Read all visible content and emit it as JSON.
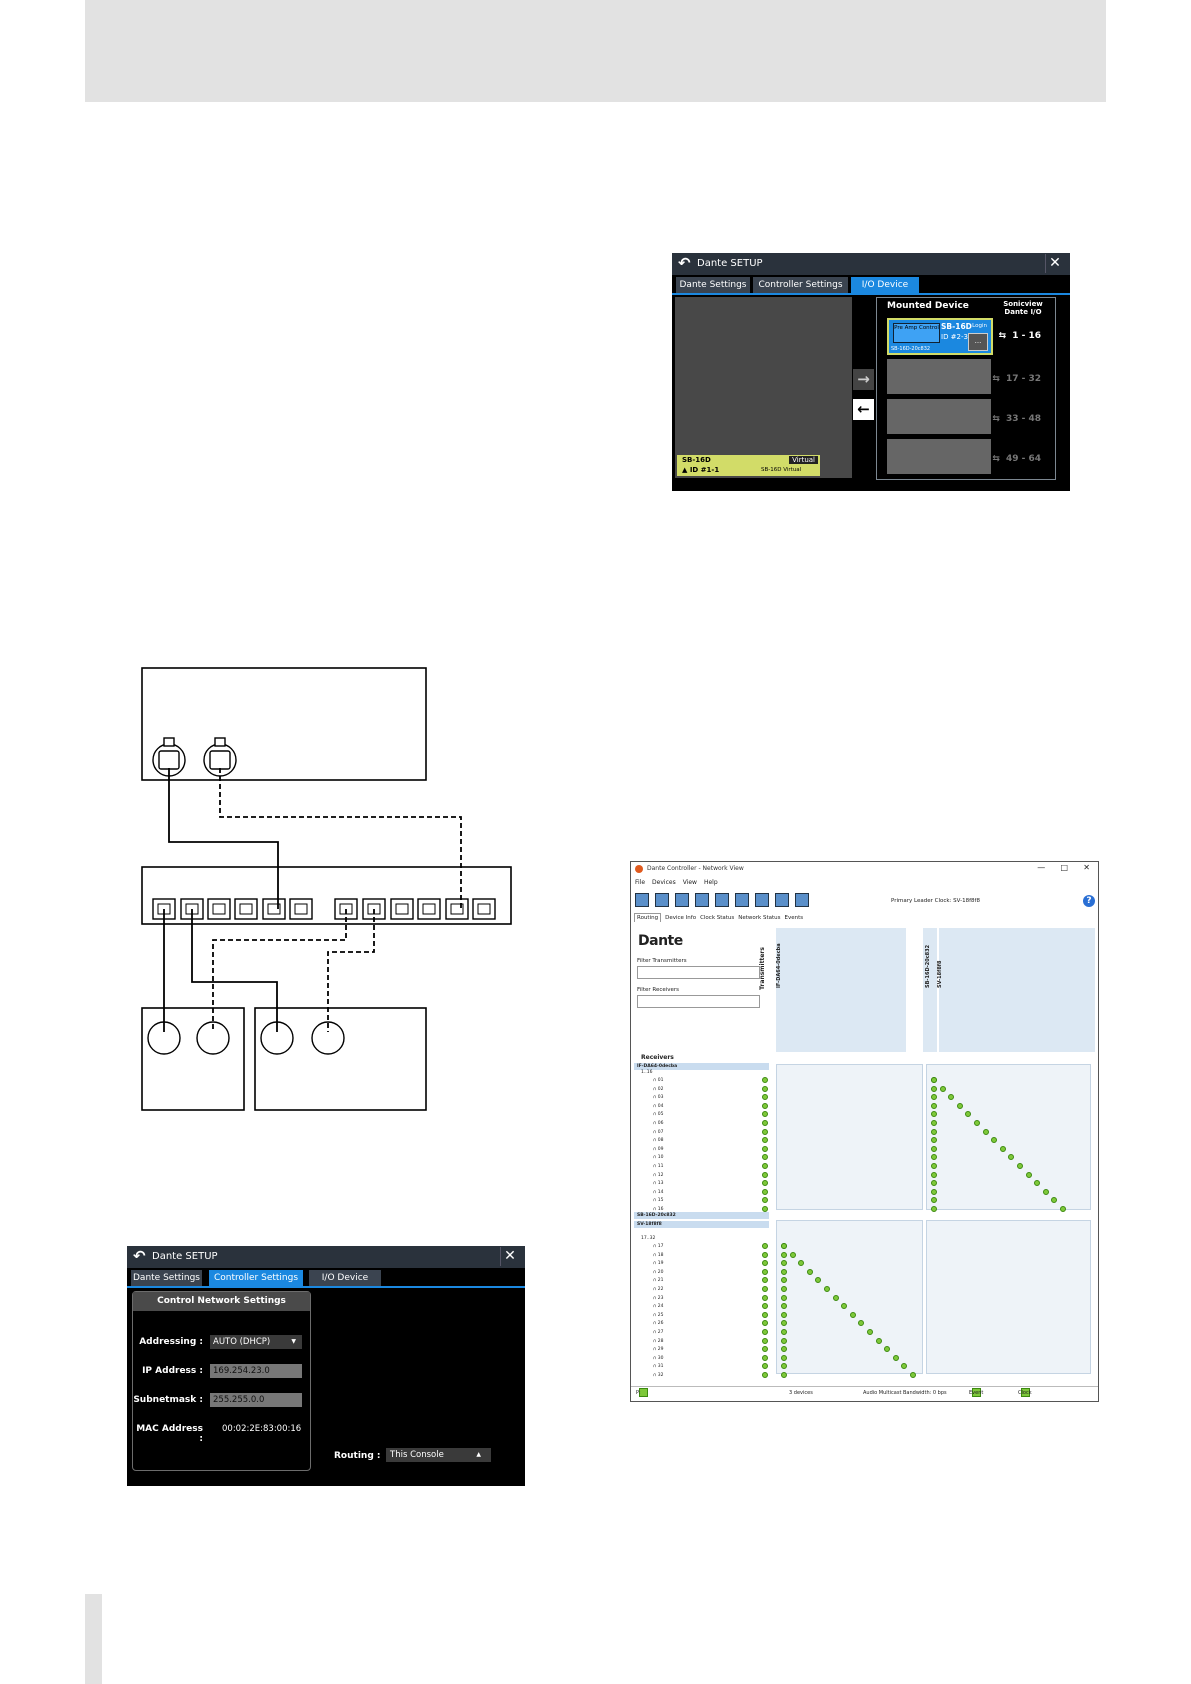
{
  "io_screen": {
    "title": "Dante SETUP",
    "tabs": [
      "Dante Settings",
      "Controller Settings",
      "I/O Device"
    ],
    "active_tab": "I/O Device",
    "virtual_device": {
      "name": "SB-16D",
      "id": "ID #1-1",
      "badge": "Virtual",
      "label": "SB-16D Virtual"
    },
    "mounted_header": "Mounted Device",
    "sonicview_header": "Sonicview Dante I/O",
    "device": {
      "preamp": "Pre Amp Control",
      "name": "SB-16D",
      "login": "Login",
      "id": "ID #2-3",
      "more": "...",
      "sub": "SB-16D-20c832"
    },
    "ranges": [
      "1 - 16",
      "17 - 32",
      "33 - 48",
      "49 - 64"
    ],
    "arrow_right": "→",
    "arrow_left": "←"
  },
  "ctrl_screen": {
    "title": "Dante SETUP",
    "tabs": [
      "Dante Settings",
      "Controller Settings",
      "I/O Device"
    ],
    "active_tab": "Controller Settings",
    "section": "Control Network Settings",
    "fields": [
      {
        "label": "Addressing :",
        "value": "AUTO (DHCP)"
      },
      {
        "label": "IP Address :",
        "value": "169.254.23.0"
      },
      {
        "label": "Subnetmask :",
        "value": "255.255.0.0"
      },
      {
        "label": "MAC Address :",
        "value": "00:02:2E:83:00:16"
      }
    ],
    "routing_label": "Routing :",
    "routing_value": "This Console"
  },
  "dante_controller": {
    "window_title": "Dante Controller - Network View",
    "menu": [
      "File",
      "Devices",
      "View",
      "Help"
    ],
    "primary_clock": "Primary Leader Clock: SV-18f8f8",
    "tabs": [
      "Routing",
      "Device Info",
      "Clock Status",
      "Network Status",
      "Events"
    ],
    "logo": "Dante",
    "filter_tx": "Filter Transmitters",
    "filter_rx": "Filter Receivers",
    "transmitters_label": "Transmitters",
    "receivers_label": "Receivers",
    "tx_devices": [
      "IF-DA64-0decba",
      "SB-16D-20c832",
      "SV-18f8f8"
    ],
    "rx_devices": [
      "IF-DA64-0decba",
      "SB-16D-20c832",
      "SV-18f8f8"
    ],
    "rx_sub_a": "1..16",
    "rx_sub_b": "17..32",
    "channels_a": [
      "01",
      "02",
      "03",
      "04",
      "05",
      "06",
      "07",
      "08",
      "09",
      "10",
      "11",
      "12",
      "13",
      "14",
      "15",
      "16"
    ],
    "channels_b": [
      "17",
      "18",
      "19",
      "20",
      "21",
      "22",
      "23",
      "24",
      "25",
      "26",
      "27",
      "28",
      "29",
      "30",
      "31",
      "32"
    ],
    "status_devices": "3 devices",
    "status_bandwidth": "Audio Multicast Bandwidth: 0 bps",
    "status_eventlog": "Event Log",
    "status_clock": "Clock Status Monitor",
    "status_p": "P:"
  }
}
